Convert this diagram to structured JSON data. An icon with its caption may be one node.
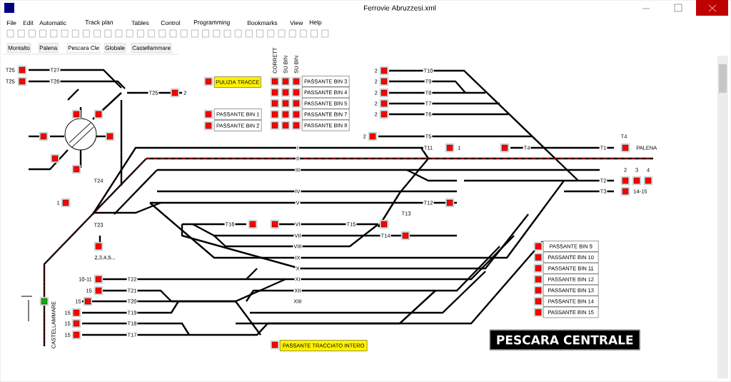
{
  "diagram": {
    "title": "Ferrovie Abruzzesi.xml",
    "nodes": [
      {
        "text": [
          "PULIZIA TRACCE"
        ]
      },
      {
        "text": [
          "PASSANTE BIN 1"
        ]
      },
      {
        "text": [
          "PASSANTE BIN 2"
        ]
      },
      {
        "text": [
          "PASSANTE BIN 3"
        ]
      },
      {
        "text": [
          "PASSANTE BIN 4"
        ]
      },
      {
        "text": [
          "PASSANTE BIN 5"
        ]
      },
      {
        "text": [
          "PASSANTE BIN 7"
        ]
      },
      {
        "text": [
          "PASSANTE BIN 8"
        ]
      },
      {
        "text": [
          "PASSANTE BIN 9"
        ]
      },
      {
        "text": [
          "PASSANTE BIN 10"
        ]
      },
      {
        "text": [
          "PASSANTE BIN 11"
        ]
      },
      {
        "text": [
          "PASSANTE BIN 12"
        ]
      },
      {
        "text": [
          "PASSANTE BIN 13"
        ]
      },
      {
        "text": [
          "PASSANTE BIN 14"
        ]
      },
      {
        "text": [
          "PASSANTE BIN 15"
        ]
      },
      {
        "text": [
          "PASSANTE TRACCIATO INTERO"
        ]
      },
      {
        "text": [
          "PESCARA CENTRALE"
        ]
      }
    ],
    "labels": [
      "File",
      "Edit",
      "Automatic",
      "Track plan",
      "Tables",
      "Control",
      "Programming",
      "Bookmarks",
      "View",
      "Help",
      "Montalto",
      "Palena",
      "Pescara Cle",
      "Globale",
      "Castellammare",
      "CORRETT",
      "SU BIN",
      "SU BIN",
      "T25",
      "T27",
      "T25",
      "T26",
      "T25",
      "2",
      "T24",
      "1",
      "T23",
      "2,3,4,5...",
      "I",
      "II",
      "III",
      "IV",
      "V",
      "T16",
      "VI",
      "T15",
      "VII",
      "VIII",
      "IX",
      "X",
      "XI",
      "XII",
      "XIII",
      "10-11",
      "T22",
      "15",
      "T21",
      "15",
      "T20",
      "15",
      "T19",
      "15",
      "T18",
      "15",
      "T17",
      "CASTELLAMMARE",
      "2",
      "T10",
      "2",
      "T9",
      "2",
      "T8",
      "2",
      "T7",
      "2",
      "T6",
      "2",
      "T5",
      "T11",
      "1",
      "T4",
      "T1",
      "T4",
      "PALENA",
      "2",
      "3",
      "4",
      "T2",
      "T3",
      "14-15",
      "T12",
      "T13",
      "T14"
    ]
  }
}
